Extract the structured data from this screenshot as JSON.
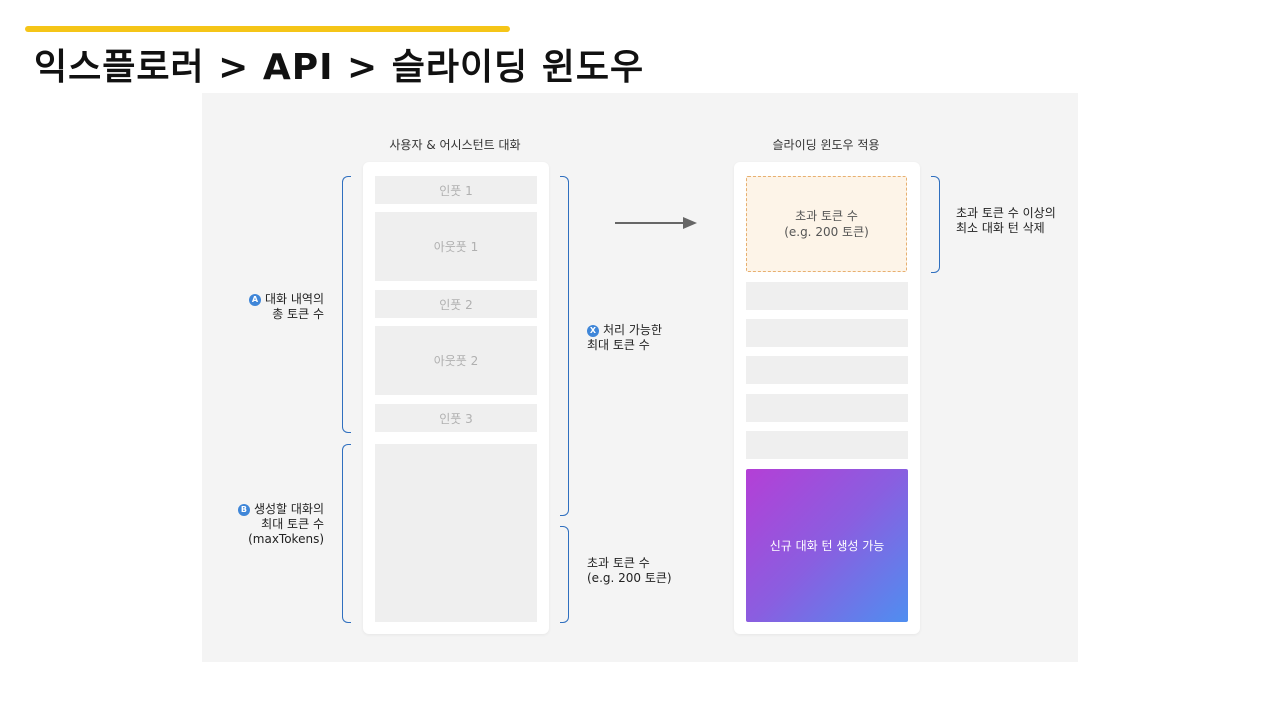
{
  "header": {
    "title": "익스플로러 > API > 슬라이딩 윈도우"
  },
  "left_column": {
    "title": "사용자 & 어시스턴트 대화",
    "blocks": [
      "인풋 1",
      "아웃풋 1",
      "인풋 2",
      "아웃풋 2",
      "인풋 3"
    ]
  },
  "right_column": {
    "title": "슬라이딩 윈도우 적용",
    "excess_line1": "초과 토큰 수",
    "excess_line2": "(e.g. 200 토큰)",
    "new_turn": "신규 대화 턴 생성 가능"
  },
  "annotations": {
    "a_badge": "A",
    "a_line1": "대화 내역의",
    "a_line2": "총 토큰 수",
    "b_badge": "B",
    "b_line1": "생성할 대화의",
    "b_line2": "최대 토큰 수",
    "b_line3": "(maxTokens)",
    "x_badge": "X",
    "x_line1": "처리 가능한",
    "x_line2": "최대 토큰 수",
    "excess_line1": "초과 토큰 수",
    "excess_line2": "(e.g. 200 토큰)",
    "delete_line1": "초과 토큰 수 이상의",
    "delete_line2": "최소 대화 턴 삭제"
  },
  "colors": {
    "accent": "#f5c518",
    "bracket": "#2f6fbf",
    "badge": "#3f86d8",
    "gradient_start": "#b43fd6",
    "gradient_end": "#4f8ef0",
    "excess_fill": "#fdf4e8",
    "excess_border": "#e8b070"
  }
}
